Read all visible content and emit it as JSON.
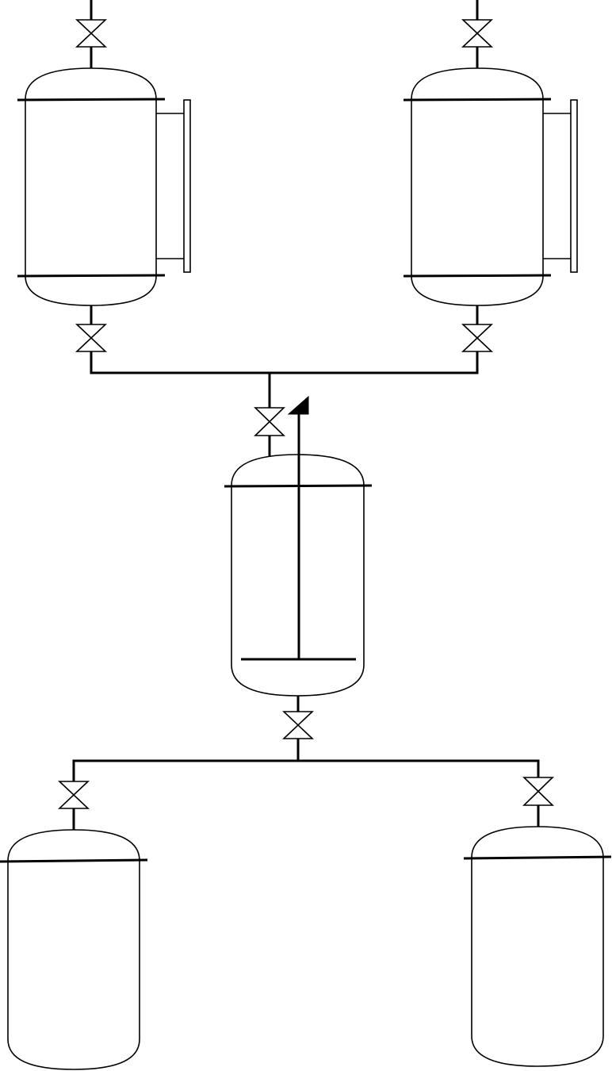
{
  "diagram": {
    "kind": "process-flow",
    "colors": {
      "line": "#000000",
      "background": "#ffffff"
    },
    "equipment": [
      {
        "id": "top-left-vessel",
        "type": "vessel",
        "has_side_gauge": true
      },
      {
        "id": "top-right-vessel",
        "type": "vessel",
        "has_side_gauge": true
      },
      {
        "id": "center-reactor",
        "type": "agitated-reactor",
        "has_agitator": true
      },
      {
        "id": "bottom-left-tank",
        "type": "tank"
      },
      {
        "id": "bottom-right-tank",
        "type": "tank"
      }
    ],
    "valves": [
      {
        "id": "inlet-valve-top-left",
        "type": "gate-valve"
      },
      {
        "id": "inlet-valve-top-right",
        "type": "gate-valve"
      },
      {
        "id": "outlet-valve-top-left",
        "type": "gate-valve"
      },
      {
        "id": "outlet-valve-top-right",
        "type": "gate-valve"
      },
      {
        "id": "reactor-inlet-valve",
        "type": "gate-valve"
      },
      {
        "id": "reactor-outlet-valve",
        "type": "gate-valve"
      },
      {
        "id": "bottom-left-inlet-valve",
        "type": "gate-valve"
      },
      {
        "id": "bottom-right-inlet-valve",
        "type": "gate-valve"
      }
    ]
  }
}
